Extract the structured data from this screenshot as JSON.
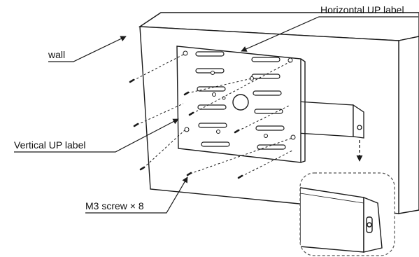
{
  "labels": {
    "horizontal_up": "Horizontal UP label",
    "wall": "wall",
    "vertical_up": "Vertical UP label",
    "screw": "M3 screw × 8"
  },
  "colors": {
    "line": "#1a1a1a",
    "plate": "#ffffff",
    "wall": "#ffffff",
    "detail_border": "#555555"
  },
  "components": {
    "wall": "wall-block",
    "plate": "mounting-plate",
    "arm": "horizontal-arm",
    "screws": "m3-screw-icon",
    "detail": "magnified-arm-end-detail"
  }
}
